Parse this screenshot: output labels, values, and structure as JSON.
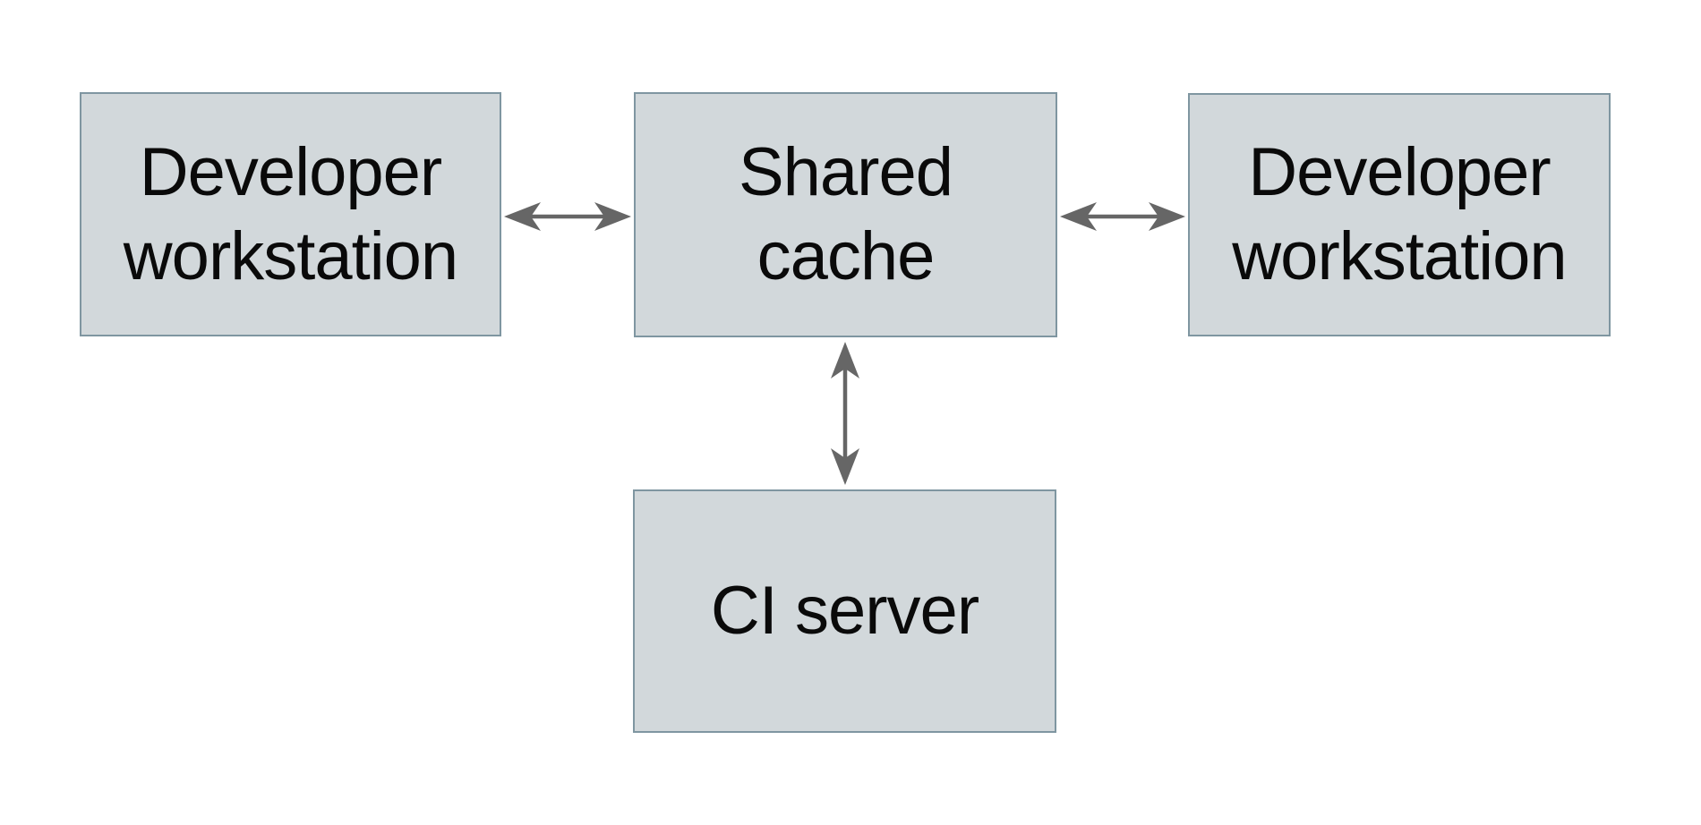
{
  "diagram": {
    "background_color": "#ffffff",
    "node_fill_color": "#d2d8db",
    "node_border_color": "#7f96a1",
    "arrow_color": "#666666",
    "text_color": "#0a0a0a",
    "nodes": [
      {
        "id": "developer-workstation-left",
        "lines": [
          "Developer",
          "workstation"
        ]
      },
      {
        "id": "shared-cache",
        "lines": [
          "Shared",
          "cache"
        ]
      },
      {
        "id": "developer-workstation-right",
        "lines": [
          "Developer",
          "workstation"
        ]
      },
      {
        "id": "ci-server",
        "lines": [
          "CI server"
        ]
      }
    ],
    "edges": [
      {
        "from": "developer-workstation-left",
        "to": "shared-cache",
        "direction": "bidirectional"
      },
      {
        "from": "shared-cache",
        "to": "developer-workstation-right",
        "direction": "bidirectional"
      },
      {
        "from": "shared-cache",
        "to": "ci-server",
        "direction": "bidirectional"
      }
    ]
  }
}
